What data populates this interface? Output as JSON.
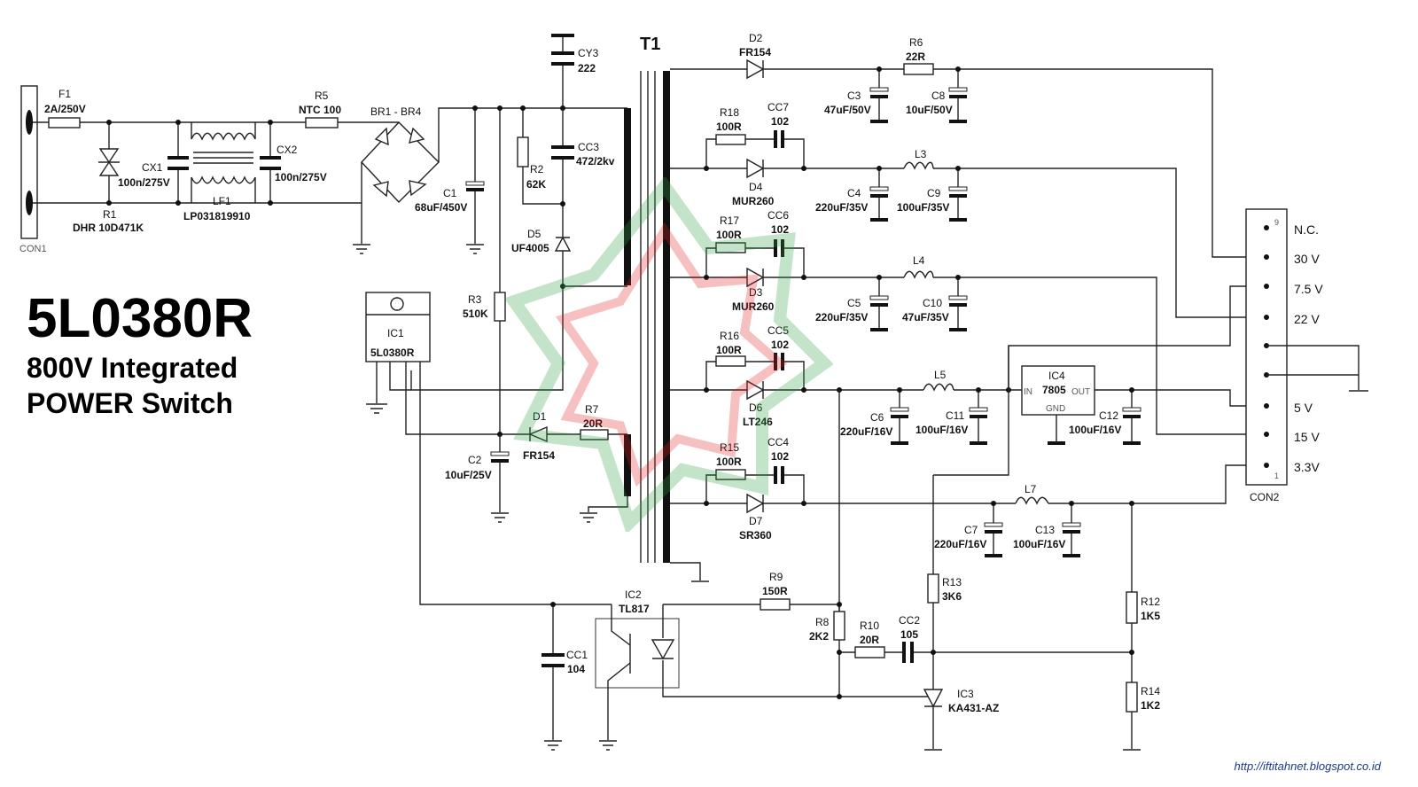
{
  "title": {
    "chip": "5L0380R",
    "line1": "800V Integrated",
    "line2": "POWER Switch"
  },
  "source_url": "http://iftitahnet.blogspot.co.id",
  "transformer": "T1",
  "components": {
    "F1": {
      "ref": "F1",
      "value": "2A/250V"
    },
    "R1": {
      "ref": "R1",
      "value": "DHR 10D471K"
    },
    "CX1": {
      "ref": "CX1",
      "value": "100n/275V"
    },
    "LF1": {
      "ref": "LF1",
      "value": "LP031819910"
    },
    "CX2": {
      "ref": "CX2",
      "value": "100n/275V"
    },
    "R5": {
      "ref": "R5",
      "value": "NTC 100"
    },
    "BR": {
      "ref": "BR1 - BR4"
    },
    "C1": {
      "ref": "C1",
      "value": "68uF/450V"
    },
    "CON1": {
      "ref": "CON1"
    },
    "CY3": {
      "ref": "CY3",
      "value": "222"
    },
    "CC3": {
      "ref": "CC3",
      "value": "472/2kv"
    },
    "R2": {
      "ref": "R2",
      "value": "62K"
    },
    "D5": {
      "ref": "D5",
      "value": "UF4005"
    },
    "R3": {
      "ref": "R3",
      "value": "510K"
    },
    "IC1": {
      "ref": "IC1",
      "value": "5L0380R"
    },
    "D1": {
      "ref": "D1",
      "value": "FR154"
    },
    "R7": {
      "ref": "R7",
      "value": "20R"
    },
    "C2": {
      "ref": "C2",
      "value": "10uF/25V"
    },
    "D2": {
      "ref": "D2",
      "value": "FR154"
    },
    "R6": {
      "ref": "R6",
      "value": "22R"
    },
    "C3": {
      "ref": "C3",
      "value": "47uF/50V"
    },
    "C8": {
      "ref": "C8",
      "value": "10uF/50V"
    },
    "R18": {
      "ref": "R18",
      "value": "100R"
    },
    "CC7": {
      "ref": "CC7",
      "value": "102"
    },
    "D4": {
      "ref": "D4",
      "value": "MUR260"
    },
    "L3": {
      "ref": "L3"
    },
    "C4": {
      "ref": "C4",
      "value": "220uF/35V"
    },
    "C9": {
      "ref": "C9",
      "value": "100uF/35V"
    },
    "R17": {
      "ref": "R17",
      "value": "100R"
    },
    "CC6": {
      "ref": "CC6",
      "value": "102"
    },
    "D3": {
      "ref": "D3",
      "value": "MUR260"
    },
    "L4": {
      "ref": "L4"
    },
    "C5": {
      "ref": "C5",
      "value": "220uF/35V"
    },
    "C10": {
      "ref": "C10",
      "value": "47uF/35V"
    },
    "R16": {
      "ref": "R16",
      "value": "100R"
    },
    "CC5": {
      "ref": "CC5",
      "value": "102"
    },
    "D6": {
      "ref": "D6",
      "value": "LT246"
    },
    "L5": {
      "ref": "L5"
    },
    "C6": {
      "ref": "C6",
      "value": "220uF/16V"
    },
    "C11": {
      "ref": "C11",
      "value": "100uF/16V"
    },
    "IC4": {
      "ref": "IC4",
      "value": "7805",
      "in": "IN",
      "out": "OUT",
      "gnd": "GND"
    },
    "C12": {
      "ref": "C12",
      "value": "100uF/16V"
    },
    "R15": {
      "ref": "R15",
      "value": "100R"
    },
    "CC4": {
      "ref": "CC4",
      "value": "102"
    },
    "D7": {
      "ref": "D7",
      "value": "SR360"
    },
    "L7": {
      "ref": "L7"
    },
    "C7": {
      "ref": "C7",
      "value": "220uF/16V"
    },
    "C13": {
      "ref": "C13",
      "value": "100uF/16V"
    },
    "IC2": {
      "ref": "IC2",
      "value": "TL817"
    },
    "CC1": {
      "ref": "CC1",
      "value": "104"
    },
    "R9": {
      "ref": "R9",
      "value": "150R"
    },
    "R8": {
      "ref": "R8",
      "value": "2K2"
    },
    "R10": {
      "ref": "R10",
      "value": "20R"
    },
    "CC2": {
      "ref": "CC2",
      "value": "105"
    },
    "R13": {
      "ref": "R13",
      "value": "3K6"
    },
    "IC3": {
      "ref": "IC3",
      "value": "KA431-AZ"
    },
    "R12": {
      "ref": "R12",
      "value": "1K5"
    },
    "R14": {
      "ref": "R14",
      "value": "1K2"
    },
    "CON2": {
      "ref": "CON2",
      "pin9": "9",
      "pin1": "1"
    }
  },
  "outputs": [
    "N.C.",
    "30 V",
    "7.5 V",
    "22 V",
    "5 V",
    "15 V",
    "3.3V"
  ]
}
